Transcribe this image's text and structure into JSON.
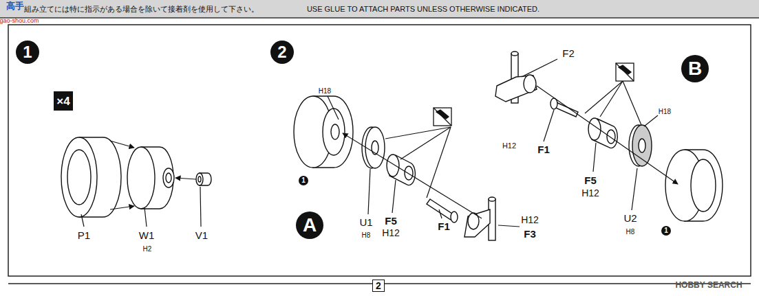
{
  "diagram": {
    "nodes": [
      {
        "text": [
          "1"
        ]
      },
      {
        "text": [
          "×4"
        ]
      },
      {
        "text": [
          "2"
        ]
      },
      {
        "text": [
          "A"
        ]
      },
      {
        "text": [
          "B"
        ]
      },
      {
        "text": [
          "1"
        ]
      },
      {
        "text": [
          "1"
        ]
      },
      {
        "text": [
          "2"
        ]
      }
    ],
    "labels": [
      "高手",
      "gao-shou.com",
      "組み立てには特に指示がある場合を除いて接着剤を使用して下さい。",
      "USE GLUE TO ATTACH PARTS UNLESS OTHERWISE INDICATED.",
      "P1",
      "W1",
      "H2",
      "V1",
      "H18",
      "U1",
      "H8",
      "F5",
      "H12",
      "F1",
      "H12",
      "F3",
      "F2",
      "H12",
      "F1",
      "F5",
      "H12",
      "U2",
      "H8",
      "H18",
      "HOBBY SEARCH"
    ]
  }
}
